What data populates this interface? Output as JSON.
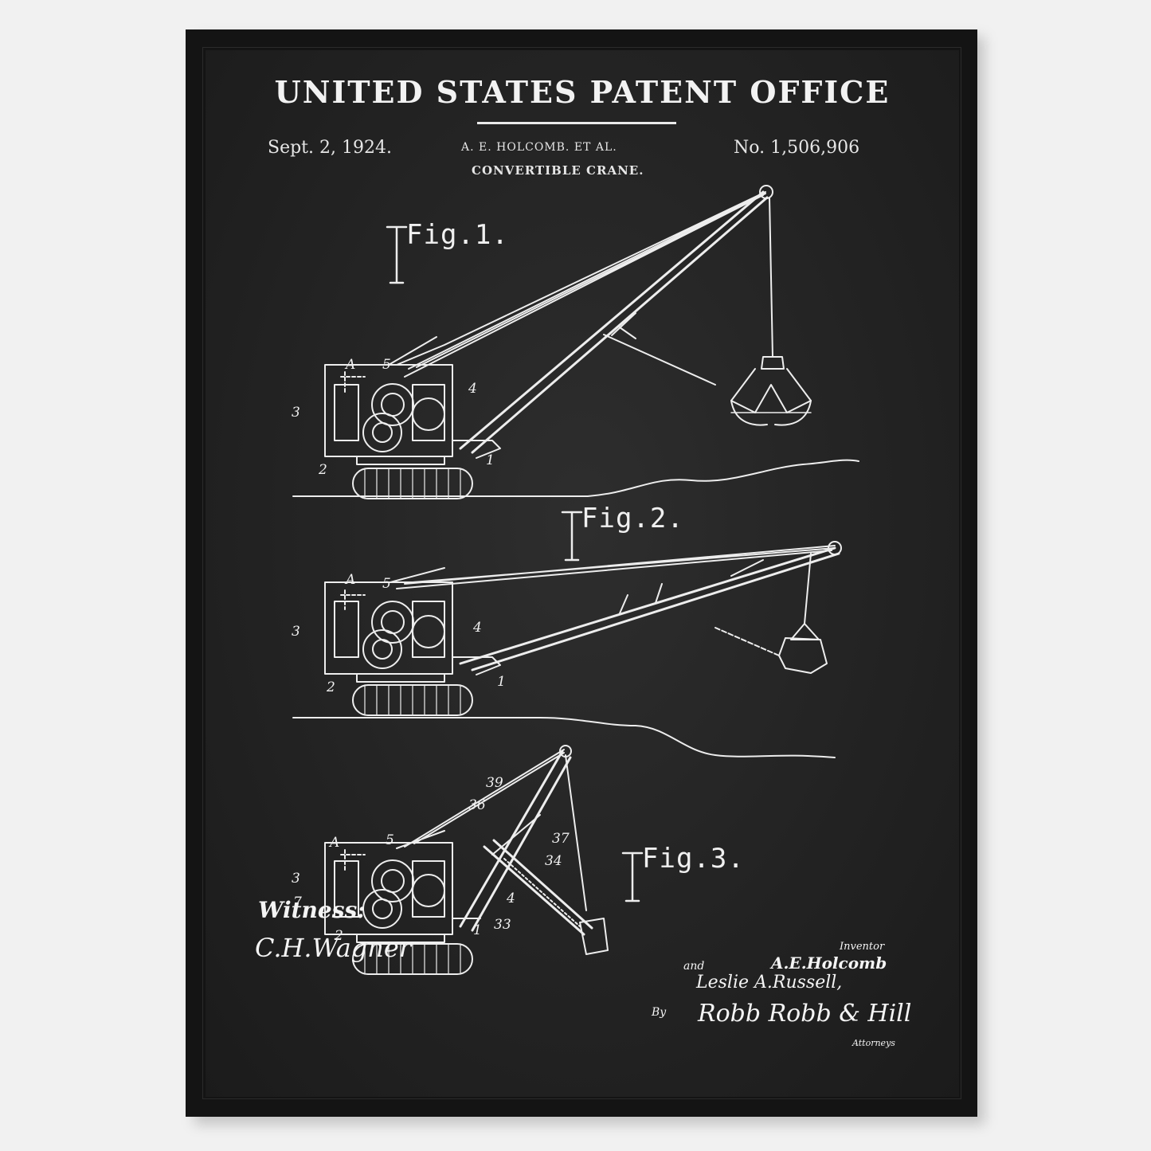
{
  "header": {
    "title": "UNITED STATES PATENT OFFICE",
    "date": "Sept. 2, 1924.",
    "inventor": "A. E. HOLCOMB. ET AL.",
    "number": "No. 1,506,906",
    "subtitle": "CONVERTIBLE CRANE."
  },
  "figures": {
    "fig1": "Fig.1.",
    "fig2": "Fig.2.",
    "fig3": "Fig.3."
  },
  "part_labels": {
    "fig1": [
      "A",
      "5",
      "4",
      "3",
      "2",
      "1"
    ],
    "fig2": [
      "A",
      "5",
      "4",
      "3",
      "2",
      "1"
    ],
    "fig3": [
      "A",
      "5",
      "39",
      "36",
      "37",
      "34",
      "3",
      "7",
      "4",
      "2",
      "1",
      "33"
    ]
  },
  "footer": {
    "witness_label": "Witness:",
    "witness_signature": "C.H.Wagner",
    "inventor_caption": "Inventor",
    "and_caption": "and",
    "inventor_1": "A.E.Holcomb",
    "inventor_2": "Leslie A.Russell,",
    "by_caption": "By",
    "attorney_signature": "Robb Robb & Hill",
    "attorneys_caption": "Attorneys"
  },
  "colors": {
    "board": "#252525",
    "frame": "#141414",
    "ink": "#f0f0f0",
    "wall": "#f1f1f1"
  }
}
